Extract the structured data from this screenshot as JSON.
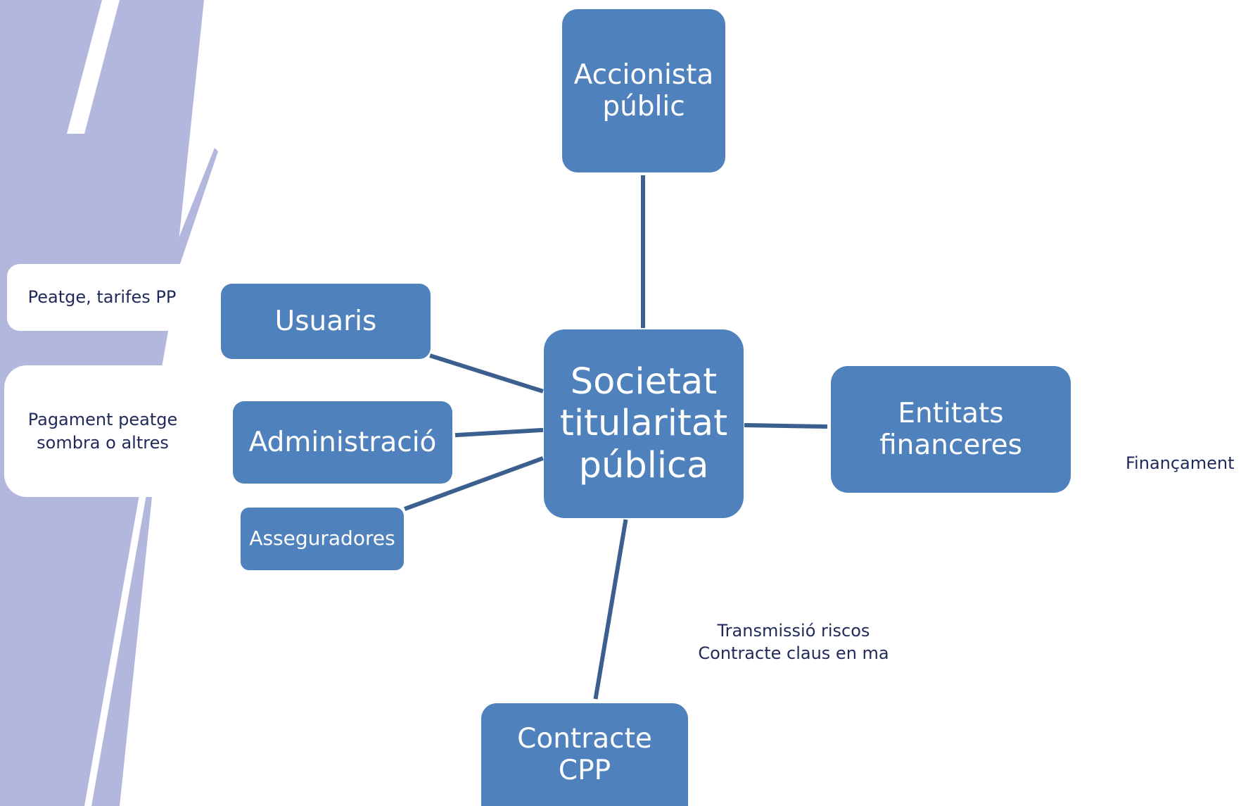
{
  "colors": {
    "node_fill": "#4f81bd",
    "node_text": "#ffffff",
    "connector": "#3b5f8f",
    "note_text": "#1f2a5a",
    "background_stripes": "#b3b6dd"
  },
  "nodes": {
    "center": "Societat\ntitularitat\npública",
    "accionista": "Accionista\npúblic",
    "usuaris": "Usuaris",
    "administracio": "Administració",
    "asseguradores": "Asseguradores",
    "entitats": "Entitats\nfinanceres",
    "contracte": "Contracte\nCPP"
  },
  "labels": {
    "peatge_tarifes": "Peatge, tarifes PP",
    "pagament": "Pagament peatge\nsombra o altres",
    "financament": "Finançament",
    "transmissio": "Transmissió riscos\nContracte claus en ma"
  }
}
